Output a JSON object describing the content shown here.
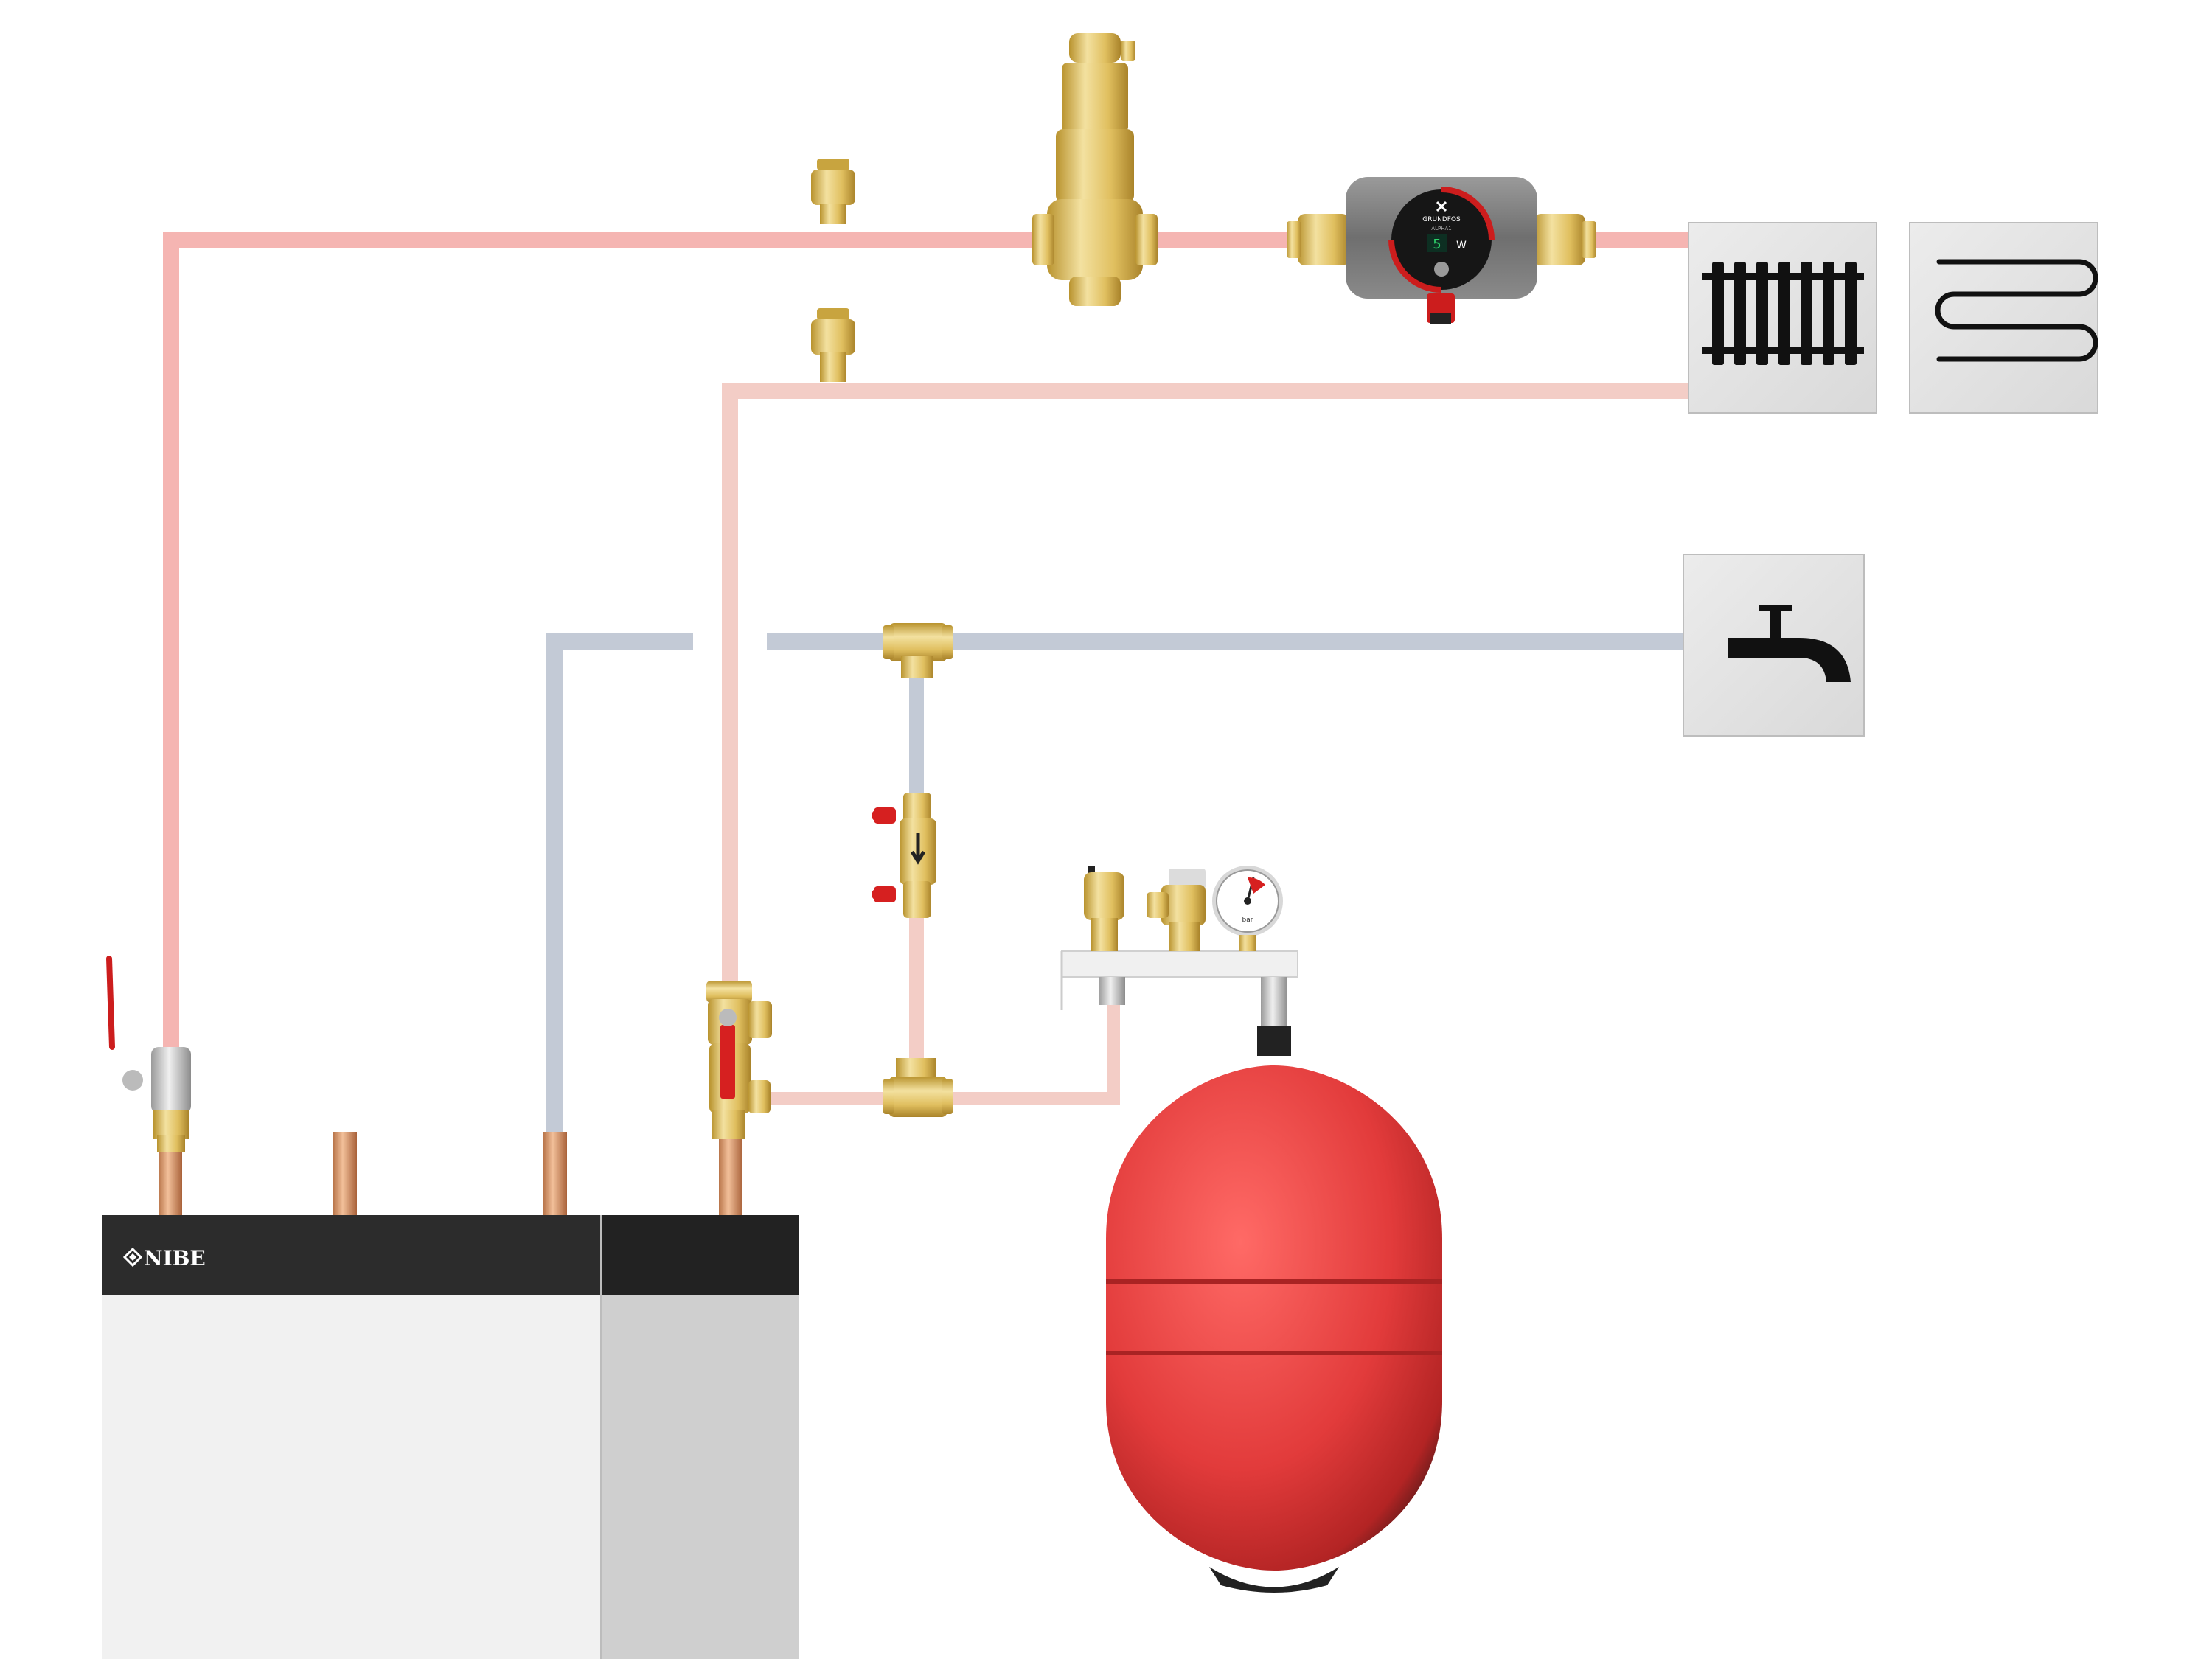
{
  "heat_pump": {
    "brand": "NIBE",
    "logo_icon": "nibe-diamond-icon"
  },
  "circulation_pump": {
    "brand": "GRUNDFOS",
    "model": "ALPHA1",
    "display_unit": "W",
    "logo_icon": "grundfos-x-icon"
  },
  "pressure_gauge": {
    "unit": "bar"
  },
  "emitters": [
    {
      "name": "radiator",
      "icon": "radiator-icon"
    },
    {
      "name": "underfloor-heating",
      "icon": "underfloor-coil-icon"
    }
  ],
  "hot_water_outlet": {
    "icon": "tap-icon"
  },
  "colors": {
    "supply_pipe": "#f5b5b2",
    "return_pipe": "#f3cdc6",
    "cold_water_pipe": "#c3cad6",
    "brass": "#e2c46a",
    "vessel": "#e23f3f",
    "heat_pump_top": "#2c2c2c",
    "heat_pump_front": "#f1f1f1",
    "heat_pump_side": "#cfcfcf"
  }
}
